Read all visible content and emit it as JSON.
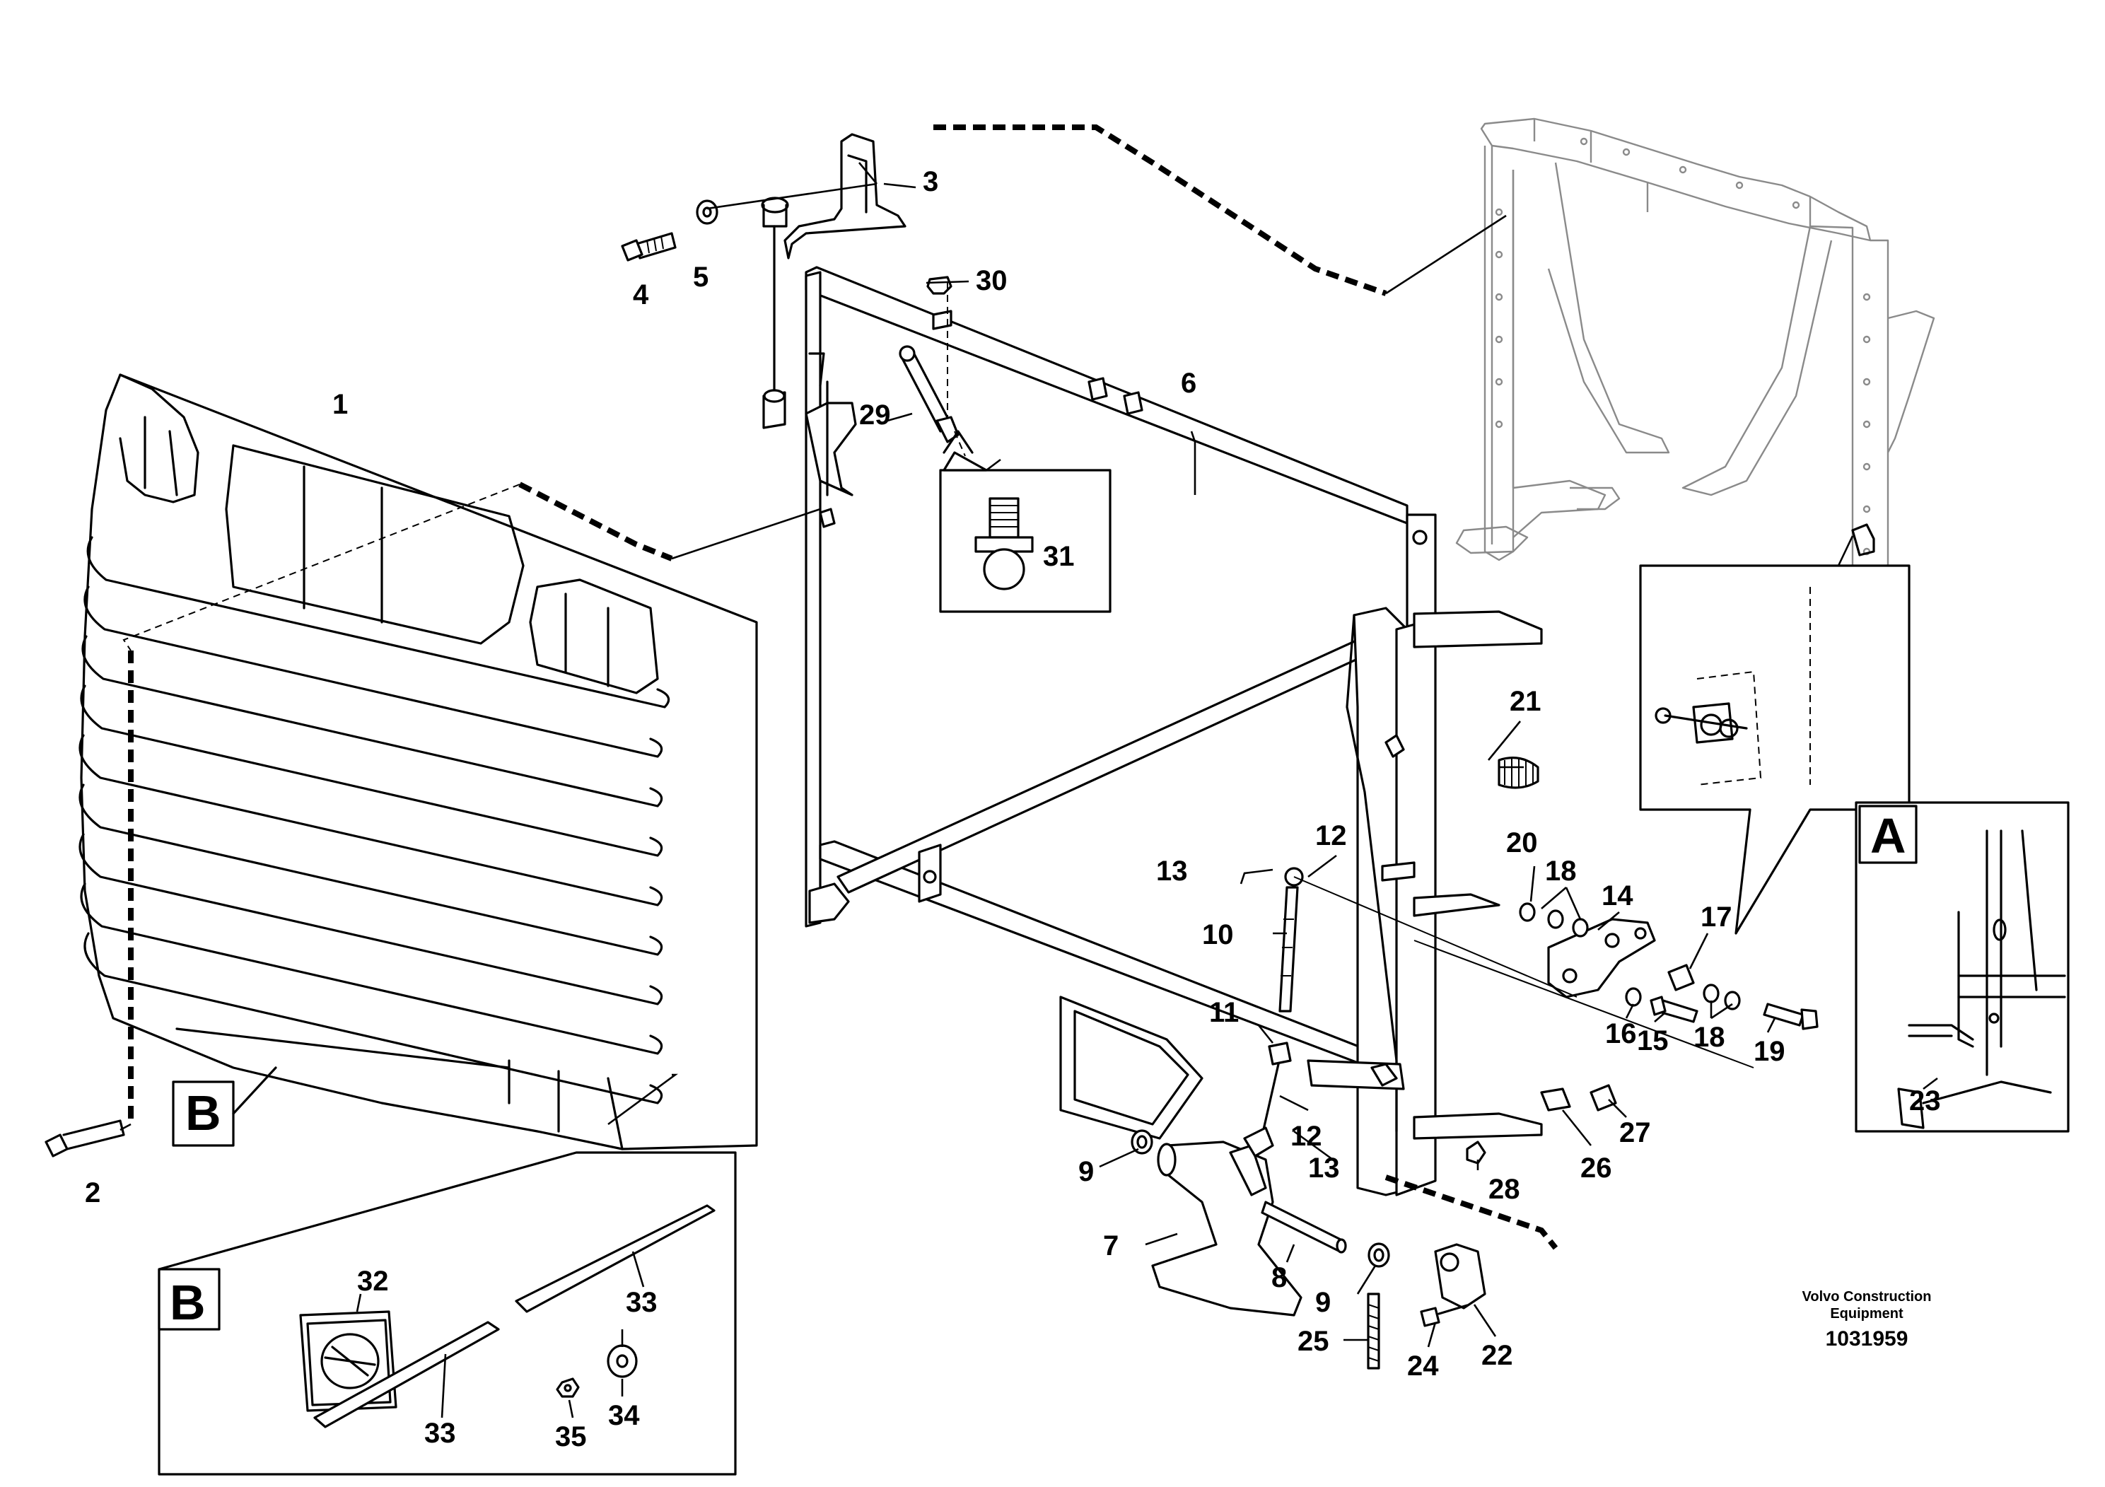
{
  "callouts": {
    "c1": "1",
    "c2": "2",
    "c3": "3",
    "c4": "4",
    "c5": "5",
    "c6": "6",
    "c7": "7",
    "c8": "8",
    "c9a": "9",
    "c9b": "9",
    "c10": "10",
    "c11": "11",
    "c12a": "12",
    "c12b": "12",
    "c13a": "13",
    "c13b": "13",
    "c14": "14",
    "c15": "15",
    "c16": "16",
    "c17": "17",
    "c18a": "18",
    "c18b": "18",
    "c19": "19",
    "c20": "20",
    "c21": "21",
    "c22": "22",
    "c23": "23",
    "c24": "24",
    "c25": "25",
    "c26": "26",
    "c27": "27",
    "c28": "28",
    "c29": "29",
    "c30": "30",
    "c31": "31",
    "c32": "32",
    "c33a": "33",
    "c33b": "33",
    "c34": "34",
    "c35": "35"
  },
  "detail_boxes": {
    "a_label": "A",
    "b_label_main": "B",
    "b_label_detail": "B"
  },
  "footer": {
    "brand_line1": "Volvo Construction",
    "brand_line2": "Equipment",
    "drawing_number": "1031959"
  },
  "colors": {
    "line": "#000000",
    "ghost_frame": "#8a8a8a",
    "background": "#ffffff"
  },
  "icons": {
    "logo_badge": "volvo-logo-icon"
  }
}
